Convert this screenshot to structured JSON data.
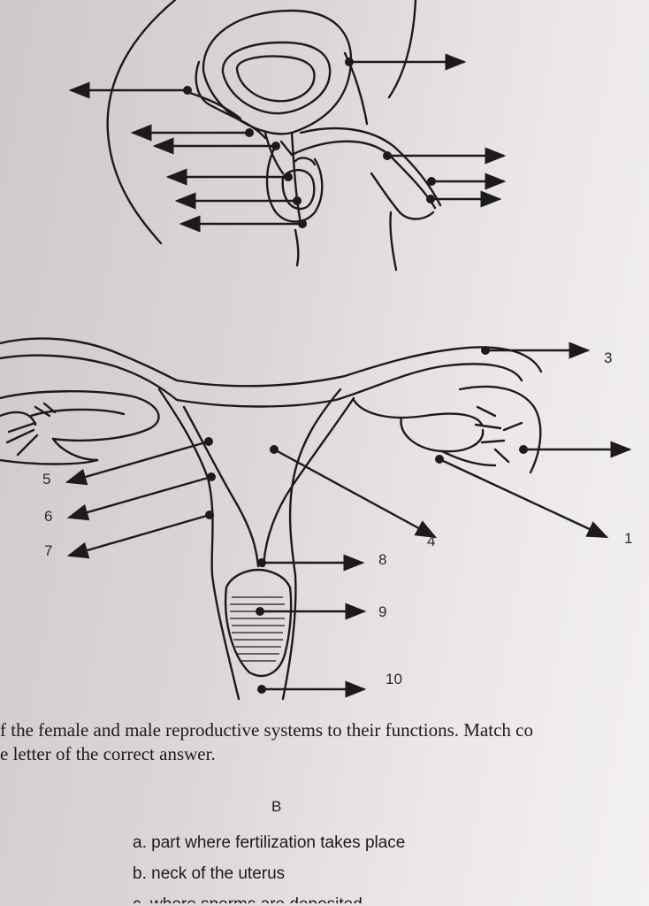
{
  "female_diagram": {
    "labels": [
      "1",
      "3",
      "4",
      "5",
      "6",
      "7",
      "8",
      "9",
      "10"
    ]
  },
  "instructions": {
    "line1": "f the female and male reproductive systems to their functions. Match co",
    "line2": "e letter of the correct answer."
  },
  "column_b": {
    "heading": "B",
    "choices": [
      "a. part where fertilization takes place",
      "b. neck of the uterus",
      "c. where sperms are deposited"
    ]
  }
}
